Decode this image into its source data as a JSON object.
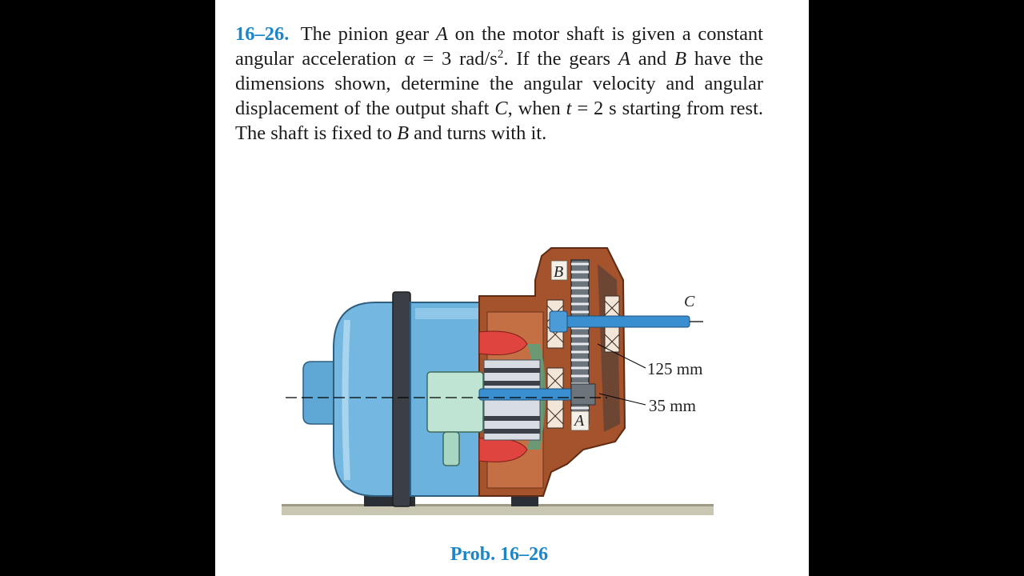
{
  "problem": {
    "number": "16–26.",
    "s1": "The pinion gear",
    "gearA": "A",
    "s2": "on the motor shaft is given a constant angular acceleration",
    "alpha_symbol": "α",
    "s3": "= 3 rad/s",
    "exp": "2",
    "s4": ". If the gears",
    "gearA2": "A",
    "s5": "and",
    "gearB": "B",
    "s6": "have the dimensions shown, determine the angular velocity and angular displacement of the output shaft",
    "shaftC": "C",
    "s7": ", when",
    "t_symbol": "t",
    "s8": "= 2 s starting from rest. The shaft is fixed to",
    "gearB2": "B",
    "s9": "and turns with it."
  },
  "figure": {
    "label_B": "B",
    "label_A": "A",
    "label_C": "C",
    "dim_large": "125 mm",
    "dim_small": "35 mm",
    "colors": {
      "motor_blue": "#6fb6e0",
      "housing_brown": "#a4532c",
      "coil_red": "#e0443e",
      "shaft_blue": "#3a8fd0",
      "ground": "#c9c6b2"
    }
  },
  "caption": "Prob. 16–26"
}
